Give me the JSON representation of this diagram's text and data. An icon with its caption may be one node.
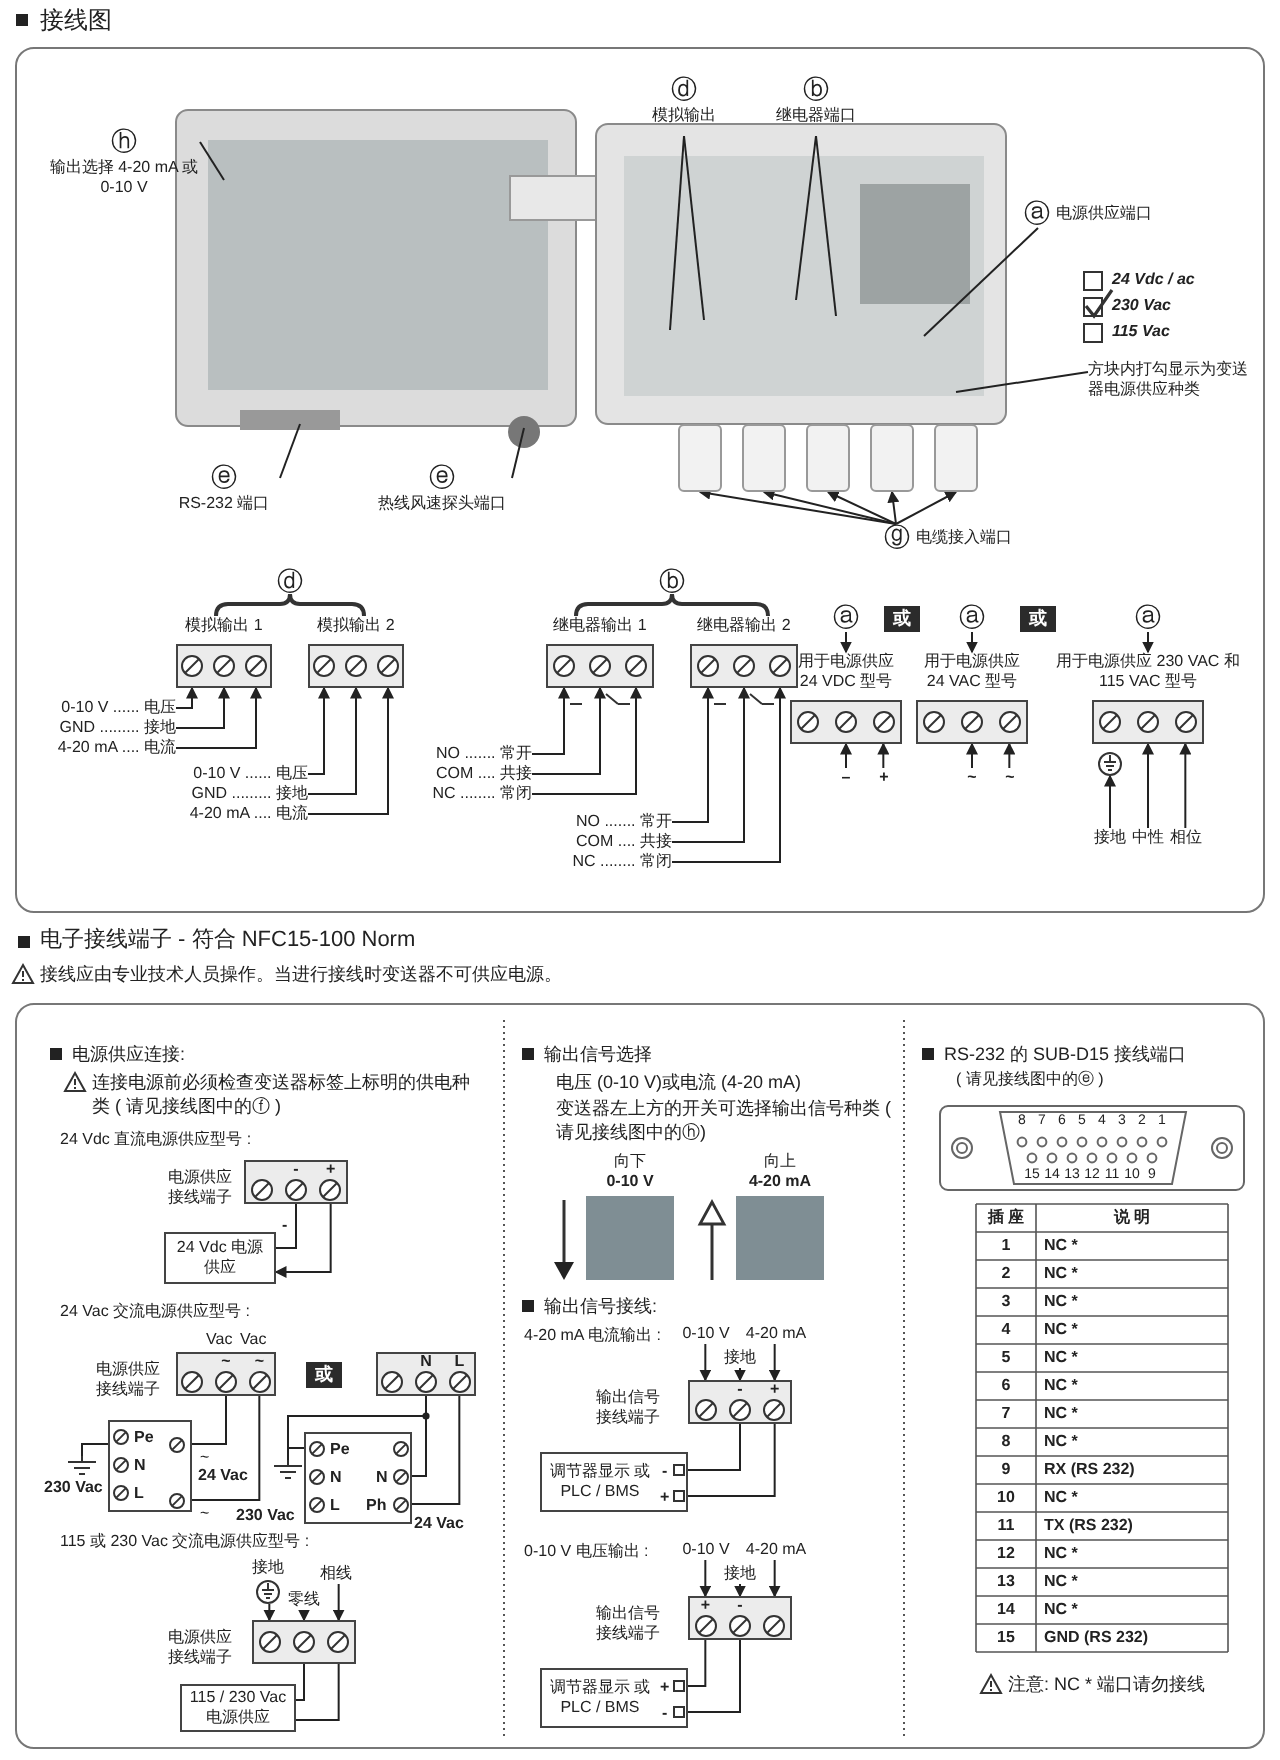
{
  "diagram": {
    "title": "接线图",
    "nodes": [
      {
        "text": [
          "ⓗ",
          "输出选择 4-20 mA 或 0-10 V"
        ]
      },
      {
        "text": [
          "ⓓ",
          "模拟输出"
        ]
      },
      {
        "text": [
          "ⓑ",
          "继电器端口"
        ]
      },
      {
        "text": [
          "ⓐ",
          "电源供应端口"
        ]
      },
      {
        "text": [
          "方块内打勾显示为变送器电源供应种类"
        ]
      },
      {
        "text": [
          "ⓔ",
          "RS-232 端口"
        ]
      },
      {
        "text": [
          "ⓔ",
          "热线风速探头端口"
        ]
      },
      {
        "text": [
          "ⓖ",
          "电缆接入端口"
        ]
      },
      {
        "text": [
          "模拟输出 1"
        ]
      },
      {
        "text": [
          "模拟输出 2"
        ]
      },
      {
        "text": [
          "0-10 V ...... 电压"
        ]
      },
      {
        "text": [
          "GND ......... 接地"
        ]
      },
      {
        "text": [
          "4-20 mA .... 电流"
        ]
      },
      {
        "text": [
          "0-10 V ...... 电压"
        ]
      },
      {
        "text": [
          "GND ......... 接地"
        ]
      },
      {
        "text": [
          "4-20 mA .... 电流"
        ]
      },
      {
        "text": [
          "继电器输出 1"
        ]
      },
      {
        "text": [
          "继电器输出 2"
        ]
      },
      {
        "text": [
          "NO ....... 常开"
        ]
      },
      {
        "text": [
          "COM .... 共接"
        ]
      },
      {
        "text": [
          "NC ........ 常闭"
        ]
      },
      {
        "text": [
          "NO ....... 常开"
        ]
      },
      {
        "text": [
          "COM .... 共接"
        ]
      },
      {
        "text": [
          "NC ........ 常闭"
        ]
      },
      {
        "text": [
          "ⓐ"
        ]
      },
      {
        "text": [
          "用于电源供应 24 VDC 型号"
        ]
      },
      {
        "text": [
          "–"
        ]
      },
      {
        "text": [
          "+"
        ]
      },
      {
        "text": [
          "ⓐ"
        ]
      },
      {
        "text": [
          "用于电源供应 24 VAC 型号"
        ]
      },
      {
        "text": [
          "~"
        ]
      },
      {
        "text": [
          "~"
        ]
      },
      {
        "text": [
          "ⓐ"
        ]
      },
      {
        "text": [
          "用于电源供应 230 VAC 和 115 VAC 型号"
        ]
      },
      {
        "text": [],
        "shape": "circle"
      },
      {
        "text": [
          "接地"
        ]
      },
      {
        "text": [
          "中性"
        ]
      },
      {
        "text": [
          "相位"
        ]
      },
      {
        "text": [
          "-",
          "+"
        ],
        "beside": [
          "电源供应接线端子"
        ]
      },
      {
        "text": [
          "24 Vdc 电源供应"
        ]
      },
      {
        "text": [
          "~",
          "~"
        ],
        "beside": [
          "电源供应接线端子",
          "Vac",
          "Vac"
        ]
      },
      {
        "text": [
          "Pe",
          "N",
          "L"
        ],
        "beside": [
          "230 Vac",
          "~",
          "24 Vac",
          "~"
        ]
      },
      {
        "text": [],
        "shape": "picture"
      },
      {
        "text": [
          "N",
          "L"
        ]
      },
      {
        "text": [
          "Pe",
          "N",
          "L",
          "N",
          "Ph"
        ],
        "beside": [
          "230 Vac",
          "24 Vac"
        ]
      },
      {
        "text": [],
        "shape": "picture"
      },
      {
        "text": [],
        "shape": "circle",
        "beside": [
          "接地"
        ]
      },
      {
        "text": [
          "相线"
        ]
      },
      {
        "text": [
          "零线"
        ]
      },
      {
        "text": [],
        "shape": "box",
        "beside": [
          "电源供应接线端子"
        ]
      },
      {
        "text": [
          "115 / 230 Vac 电源供应"
        ]
      },
      {
        "text": [
          "0-10 V"
        ]
      },
      {
        "text": [
          "接地"
        ]
      },
      {
        "text": [
          "4-20 mA"
        ]
      },
      {
        "text": [
          "-",
          "+"
        ],
        "beside": [
          "输出信号接线端子"
        ]
      },
      {
        "text": [
          "调节器显示 或 PLC / BMS",
          "-",
          "+"
        ]
      },
      {
        "text": [
          "0-10 V"
        ]
      },
      {
        "text": [
          "接地"
        ]
      },
      {
        "text": [
          "4-20 mA"
        ]
      },
      {
        "text": [
          "+",
          "-"
        ],
        "beside": [
          "输出信号接线端子"
        ]
      },
      {
        "text": [
          "调节器显示 或 PLC / BMS",
          "+",
          "-"
        ]
      },
      {
        "text": [],
        "shape": "cylinder"
      },
      {
        "text": [],
        "shape": "cylinder"
      },
      {
        "text": [],
        "shape": "cylinder"
      },
      {
        "text": [],
        "shape": "cylinder"
      },
      {
        "text": [],
        "shape": "cylinder"
      }
    ],
    "edges": [
      {
        "from": 0,
        "to": null,
        "arrow": "none"
      },
      {
        "from": 1,
        "to": null,
        "arrow": "none"
      },
      {
        "from": 1,
        "to": null,
        "arrow": "none"
      },
      {
        "from": 2,
        "to": null,
        "arrow": "none"
      },
      {
        "from": 2,
        "to": null,
        "arrow": "none"
      },
      {
        "from": 3,
        "to": null,
        "arrow": "none"
      },
      {
        "from": 4,
        "to": null,
        "arrow": "none"
      },
      {
        "from": 5,
        "to": null,
        "arrow": "none"
      },
      {
        "from": 6,
        "to": null,
        "arrow": "none"
      },
      {
        "from": 7,
        "to": 61,
        "arrow": "to"
      },
      {
        "from": 7,
        "to": 62,
        "arrow": "to"
      },
      {
        "from": 7,
        "to": 63,
        "arrow": "to"
      },
      {
        "from": 7,
        "to": 64,
        "arrow": "to"
      },
      {
        "from": 7,
        "to": 65,
        "arrow": "to"
      },
      {
        "from": 10,
        "to": 8,
        "arrow": "to"
      },
      {
        "from": 11,
        "to": 8,
        "arrow": "to"
      },
      {
        "from": 12,
        "to": 8,
        "arrow": "to"
      },
      {
        "from": 13,
        "to": 9,
        "arrow": "to"
      },
      {
        "from": 14,
        "to": 9,
        "arrow": "to"
      },
      {
        "from": 15,
        "to": 9,
        "arrow": "to"
      },
      {
        "from": 18,
        "to": 16,
        "arrow": "to"
      },
      {
        "from": 19,
        "to": 16,
        "arrow": "to"
      },
      {
        "from": 20,
        "to": 16,
        "arrow": "to"
      },
      {
        "from": 21,
        "to": 17,
        "arrow": "to"
      },
      {
        "from": 22,
        "to": 17,
        "arrow": "to"
      },
      {
        "from": 23,
        "to": 17,
        "arrow": "to"
      },
      {
        "from": 24,
        "to": 25,
        "arrow": "to"
      },
      {
        "from": 26,
        "to": 25,
        "arrow": "to"
      },
      {
        "from": 27,
        "to": 25,
        "arrow": "to"
      },
      {
        "from": 28,
        "to": 29,
        "arrow": "to"
      },
      {
        "from": 30,
        "to": 29,
        "arrow": "to"
      },
      {
        "from": 31,
        "to": 29,
        "arrow": "to"
      },
      {
        "from": 32,
        "to": 33,
        "arrow": "to"
      },
      {
        "from": 35,
        "to": 34,
        "arrow": "to"
      },
      {
        "from": 36,
        "to": 33,
        "arrow": "to"
      },
      {
        "from": 37,
        "to": 33,
        "arrow": "to"
      },
      {
        "from": 38,
        "to": 39,
        "arrow": "none",
        "label": "-"
      },
      {
        "from": 38,
        "to": 39,
        "arrow": "to"
      },
      {
        "from": 40,
        "to": 41,
        "arrow": "none"
      },
      {
        "from": 40,
        "to": 41,
        "arrow": "none"
      },
      {
        "from": 41,
        "to": 42,
        "arrow": "none"
      },
      {
        "from": 43,
        "to": 44,
        "arrow": "none"
      },
      {
        "from": 43,
        "to": 44,
        "arrow": "none"
      },
      {
        "from": 44,
        "to": 45,
        "arrow": "none"
      },
      {
        "from": 43,
        "to": 45,
        "arrow": "none"
      },
      {
        "from": 46,
        "to": 49,
        "arrow": "to"
      },
      {
        "from": 47,
        "to": 49,
        "arrow": "to"
      },
      {
        "from": 48,
        "to": 49,
        "arrow": "to"
      },
      {
        "from": 49,
        "to": 50,
        "arrow": "none"
      },
      {
        "from": 49,
        "to": 50,
        "arrow": "none"
      },
      {
        "from": 51,
        "to": 54,
        "arrow": "to"
      },
      {
        "from": 52,
        "to": 54,
        "arrow": "to"
      },
      {
        "from": 53,
        "to": 54,
        "arrow": "to"
      },
      {
        "from": 54,
        "to": 55,
        "arrow": "none"
      },
      {
        "from": 54,
        "to": 55,
        "arrow": "none"
      },
      {
        "from": 56,
        "to": 59,
        "arrow": "to"
      },
      {
        "from": 57,
        "to": 59,
        "arrow": "to"
      },
      {
        "from": 58,
        "to": 59,
        "arrow": "to"
      },
      {
        "from": 59,
        "to": 60,
        "arrow": "none"
      },
      {
        "from": 59,
        "to": 60,
        "arrow": "none"
      }
    ],
    "labels": [
      "ⓓ",
      "ⓑ",
      "24 Vdc / ac",
      "230 Vac",
      "115 Vac",
      "或",
      "或",
      "电子接线端子 - 符合 NFC15-100 Norm",
      "接线应由专业技术人员操作。当进行接线时变送器不可供应电源。",
      "电源供应连接:",
      "连接电源前必须检查变送器标签上标明的供电种类 ( 请见接线图中的ⓕ )",
      "24 Vdc 直流电源供应型号 :",
      "24 Vac 交流电源供应型号 :",
      "或",
      "115 或 230 Vac 交流电源供应型号 :",
      "输出信号选择",
      "电压 (0-10 V)或电流 (4-20 mA)",
      "变送器左上方的开关可选择输出信号种类 ( 请见接线图中的ⓗ)",
      "向下",
      "0-10 V",
      "向上",
      "4-20 mA",
      "输出信号接线:",
      "4-20 mA 电流输出 :",
      "0-10 V 电压输出 :",
      "RS-232 的 SUB-D15 接线端口",
      "( 请见接线图中的ⓔ )",
      "8",
      "7",
      "6",
      "5",
      "4",
      "3",
      "2",
      "1",
      "15",
      "14",
      "13",
      "12",
      "11",
      "10",
      "9",
      "插 座",
      "说 明",
      "1",
      "NC *",
      "2",
      "NC *",
      "3",
      "NC *",
      "4",
      "NC *",
      "5",
      "NC *",
      "6",
      "NC *",
      "7",
      "NC *",
      "8",
      "NC *",
      "9",
      "RX (RS 232)",
      "10",
      "NC *",
      "11",
      "TX (RS 232)",
      "12",
      "NC *",
      "13",
      "NC *",
      "14",
      "NC *",
      "15",
      "GND (RS 232)",
      "注意: NC * 端口请勿接线"
    ]
  }
}
